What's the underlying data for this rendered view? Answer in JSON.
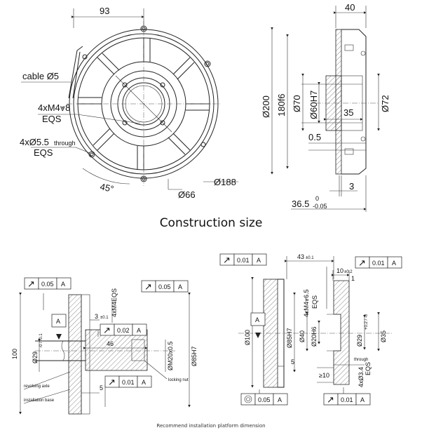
{
  "captions": {
    "construction_size": "Construction size",
    "recommend": "Recommend installation platform dimension"
  },
  "front_view": {
    "d93": "93",
    "cable": "cable Ø5",
    "m4": "4xM4⩔8",
    "m4_eqs": "EQS",
    "hole": "4xØ5.5",
    "hole_through": "through",
    "hole_eqs": "EQS",
    "angle": "45°",
    "d66": "Ø66",
    "d188": "Ø188"
  },
  "side_view": {
    "d40": "40",
    "d200": "Ø200",
    "d180": "180f6",
    "d70": "Ø70",
    "d60": "Ø60H7",
    "d35": "35",
    "d72": "Ø72",
    "d05": "0.5",
    "d3": "3",
    "d365": "36.5",
    "tol_up": "0",
    "tol_low": "-0.05"
  },
  "left_install": {
    "runout1": "0.05",
    "ref1": "A",
    "m4eqs": "4xM4EQS",
    "runout2": "0.05",
    "ref2": "A",
    "d3": "3",
    "d3tol": "±0.1",
    "runout3": "0.02",
    "ref3": "A",
    "datum": "A",
    "d29": "Ø29",
    "d29tol": "-0 / -0.1",
    "d46": "46",
    "m20": "ØM20x0.5",
    "d85": "Ø85H7",
    "d100": "100",
    "runout4": "0.01",
    "ref4": "A",
    "d5": "5",
    "revolving_axle": "revolving axle",
    "locking_nut": "locking nut",
    "installation_base": "installation base"
  },
  "right_install": {
    "runout1": "0.01",
    "ref1": "A",
    "d43": "43",
    "d43tol": "±0.1",
    "runout2": "0.01",
    "ref2": "A",
    "d10": "10",
    "d10tol": "±0.2",
    "d1": "1",
    "m4": "4xM4⩔6.5",
    "m4eqs": "EQS",
    "datum": "A",
    "d100": "Ø100",
    "d85": "Ø85H7",
    "d40": "Ø40",
    "d20": "Ø20H6",
    "d29": "Ø29",
    "d29tol": "+0.2 / -0",
    "d35": "Ø35",
    "through": "through",
    "d34": "4xØ3.4",
    "d34eqs": "EQS",
    "d5": "5",
    "d10b": "≥10",
    "conc": "0.05",
    "ref3": "A",
    "runout3": "0.01",
    "ref4": "A"
  }
}
